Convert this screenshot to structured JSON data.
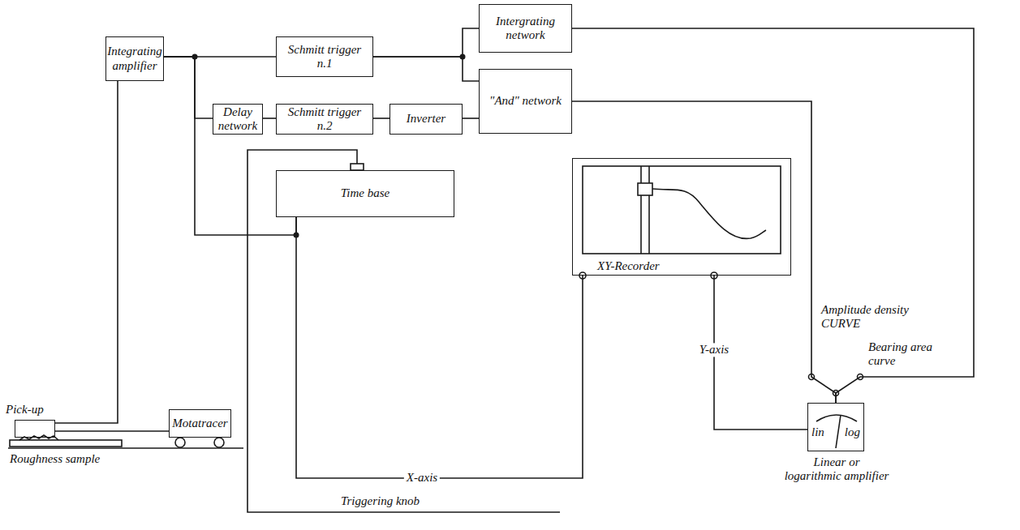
{
  "diagram": {
    "nodes": [
      {
        "text": [
          "Integrating amplifier"
        ]
      },
      {
        "text": [
          "Schmitt trigger n.1"
        ]
      },
      {
        "text": [
          "Delay network"
        ]
      },
      {
        "text": [
          "Schmitt trigger n.2"
        ]
      },
      {
        "text": [
          "Inverter"
        ]
      },
      {
        "text": [
          "Intergrating network"
        ]
      },
      {
        "text": [
          "\"And\" network"
        ]
      },
      {
        "text": [
          "Time base"
        ]
      },
      {
        "text": [
          "XY-Recorder"
        ]
      },
      {
        "text": [
          "Pick-up"
        ]
      },
      {
        "text": [
          "Motatracer"
        ]
      },
      {
        "text": [
          "lin",
          "log",
          "Linear or logarithmic amplifier"
        ]
      }
    ],
    "edges": [
      {
        "from": 0,
        "to": 1,
        "arrow": "none"
      },
      {
        "from": 0,
        "to": 2,
        "arrow": "none"
      },
      {
        "from": 0,
        "to": 7,
        "arrow": "none"
      },
      {
        "from": 1,
        "to": 5,
        "arrow": "none"
      },
      {
        "from": 1,
        "to": 6,
        "arrow": "none"
      },
      {
        "from": 2,
        "to": 3,
        "arrow": "none"
      },
      {
        "from": 3,
        "to": 4,
        "arrow": "none"
      },
      {
        "from": 4,
        "to": 6,
        "arrow": "none"
      },
      {
        "from": 5,
        "to": 11,
        "arrow": "none"
      },
      {
        "from": 6,
        "to": 11,
        "arrow": "none"
      },
      {
        "from": 11,
        "to": 8,
        "label": "Y-axis",
        "arrow": "none"
      },
      {
        "from": 7,
        "to": 8,
        "label": "X-axis",
        "arrow": "none"
      },
      {
        "from": 9,
        "to": 0,
        "arrow": "none"
      },
      {
        "from": 9,
        "to": 10,
        "arrow": "none"
      }
    ],
    "labels": [
      "Roughness sample",
      "Amplitude density CURVE",
      "Bearing area curve",
      "Triggering knob"
    ]
  }
}
